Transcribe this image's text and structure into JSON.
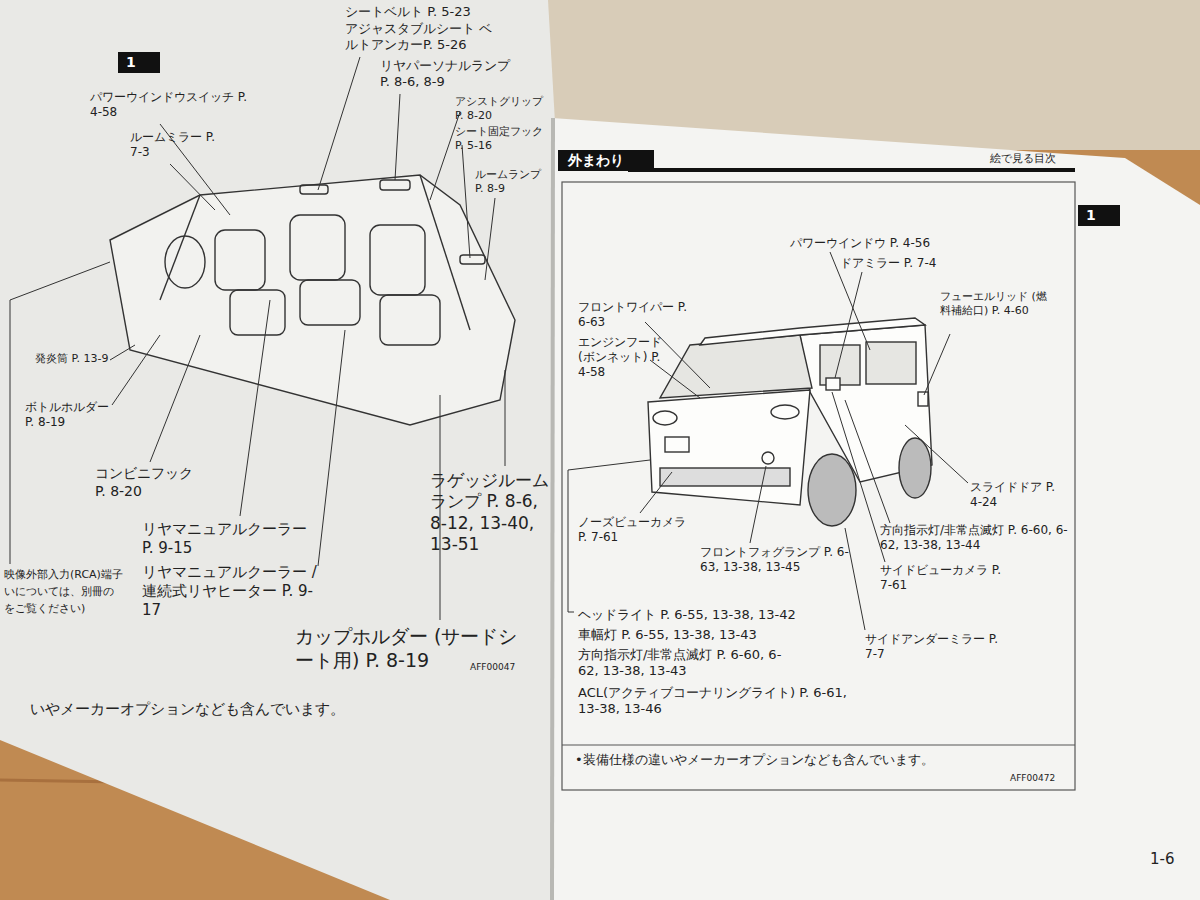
{
  "diagram": {
    "nodes": [
      {
        "text": [
          "1"
        ]
      },
      {
        "text": [
          "外まわり"
        ]
      },
      {
        "text": [
          "1"
        ]
      }
    ],
    "labels": [
      "シートベルト P. 5-23",
      "アジャスタブルシート ベルトアンカーP. 5-26",
      "リヤパーソナルランプ P. 8-6, 8-9",
      "アシストグリップ P. 8-20",
      "シート固定フック P. 5-16",
      "ルームランプ P. 8-9",
      "パワーウインドウスイッチ P. 4-58",
      "ルームミラー P. 7-3",
      "発炎筒 P. 13-9",
      "ボトルホルダー P. 8-19",
      "コンビニフック P. 8-20",
      "リヤマニュアルクーラー P. 9-15",
      "映像外部入力(RCA)端子",
      "いについては、別冊の",
      "をご覧ください)",
      "リヤマニュアルクーラー /連続式リヤヒーター P. 9-17",
      "カップホルダー (サードシート用) P. 8-19",
      "ラゲッジルーム ランプ P. 8-6, 8-12, 13-40, 13-51",
      "いやメーカーオプションなども含んでいます。",
      "AFF00047",
      "絵で見る目次",
      "パワーウインドウ P. 4-56",
      "ドアミラー P. 7-4",
      "フューエルリッド (燃料補給口) P. 4-60",
      "フロントワイパー P. 6-63",
      "エンジンフード (ボンネット) P. 4-58",
      "スライドドア P. 4-24",
      "ノーズビューカメラ P. 7-61",
      "フロントフォグランプ P. 6-63, 13-38, 13-45",
      "方向指示灯/非常点滅灯 P. 6-60, 6-62, 13-38, 13-44",
      "サイドビューカメラ P. 7-61",
      "ヘッドライト P. 6-55, 13-38, 13-42",
      "車幅灯 P. 6-55, 13-38, 13-43",
      "方向指示灯/非常点滅灯 P. 6-60, 6-62, 13-38, 13-43",
      "ACL(アクティブコーナリングライト) P. 6-61, 13-38, 13-46",
      "サイドアンダーミラー P. 7-7",
      "•装備仕様の違いやメーカーオプションなども含んでいます。",
      "AFF00472",
      "1-6"
    ]
  }
}
